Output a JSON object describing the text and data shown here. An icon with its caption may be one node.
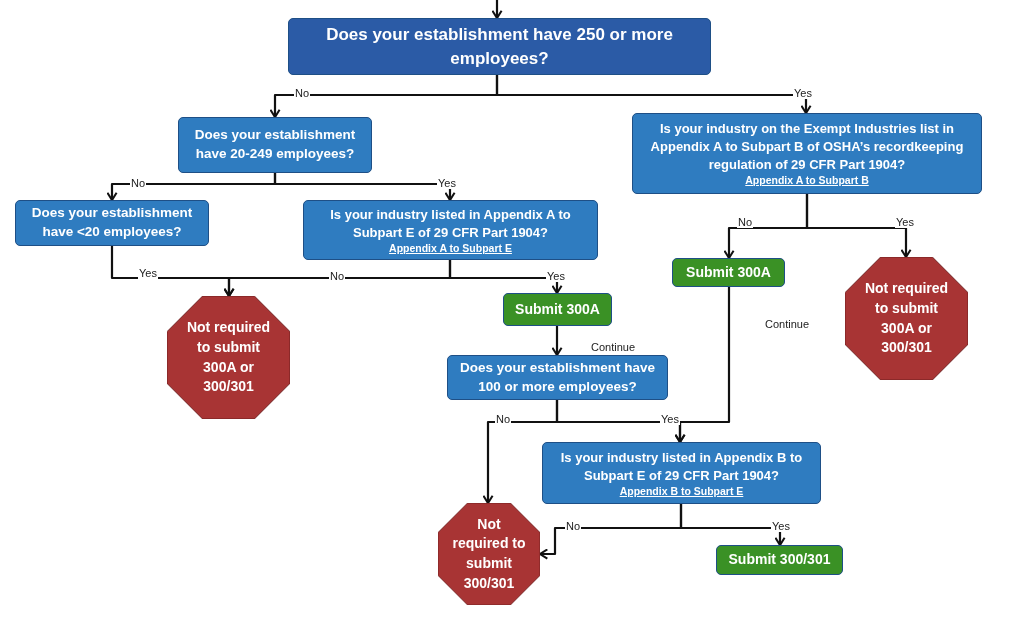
{
  "diagram": {
    "nodes": [
      {
        "text": [
          "Does your establishment have 250 or more employees?"
        ]
      },
      {
        "text": [
          "Does your establishment have 20-249 employees?"
        ]
      },
      {
        "text": [
          "Is your industry on the Exempt Industries list in Appendix A to Subpart B of OSHA’s recordkeeping regulation of 29 CFR Part 1904?",
          "Appendix A to Subpart B"
        ]
      },
      {
        "text": [
          "Does your establishment have <20 employees?"
        ]
      },
      {
        "text": [
          "Is your industry listed in Appendix A to Subpart E of 29 CFR Part 1904?",
          "Appendix A to Subpart E"
        ]
      },
      {
        "text": [
          "Not required to submit 300A or 300/301"
        ]
      },
      {
        "text": [
          "Submit 300A"
        ]
      },
      {
        "text": [
          "Submit 300A"
        ]
      },
      {
        "text": [
          "Not required to submit 300A or 300/301"
        ]
      },
      {
        "text": [
          "Does your establishment have 100 or more employees?"
        ]
      },
      {
        "text": [
          "Is your industry listed in Appendix B to Subpart E of 29 CFR Part 1904?",
          "Appendix B to Subpart E"
        ]
      },
      {
        "text": [
          "Not required to submit 300/301"
        ]
      },
      {
        "text": [
          "Submit 300/301"
        ]
      }
    ],
    "edges": [
      {
        "from": null,
        "to": 0,
        "arrow": "to"
      },
      {
        "from": 0,
        "to": 1,
        "arrow": "to",
        "label": "No"
      },
      {
        "from": 0,
        "to": 2,
        "arrow": "to",
        "label": "Yes"
      },
      {
        "from": 1,
        "to": 3,
        "arrow": "to",
        "label": "No"
      },
      {
        "from": 1,
        "to": 4,
        "arrow": "to",
        "label": "Yes"
      },
      {
        "from": 3,
        "to": 5,
        "arrow": "to",
        "label": "Yes"
      },
      {
        "from": 4,
        "to": 5,
        "arrow": "to",
        "label": "No"
      },
      {
        "from": 4,
        "to": 6,
        "arrow": "to",
        "label": "Yes"
      },
      {
        "from": 2,
        "to": 7,
        "arrow": "to",
        "label": "No"
      },
      {
        "from": 2,
        "to": 8,
        "arrow": "to",
        "label": "Yes"
      },
      {
        "from": 6,
        "to": 9,
        "arrow": "to",
        "label": "Continue"
      },
      {
        "from": 7,
        "to": 10,
        "arrow": "to",
        "label": "Continue"
      },
      {
        "from": 9,
        "to": 11,
        "arrow": "to",
        "label": "No"
      },
      {
        "from": 9,
        "to": 10,
        "arrow": "to",
        "label": "Yes"
      },
      {
        "from": 10,
        "to": 11,
        "arrow": "to",
        "label": "No"
      },
      {
        "from": 10,
        "to": 12,
        "arrow": "to",
        "label": "Yes"
      }
    ]
  }
}
